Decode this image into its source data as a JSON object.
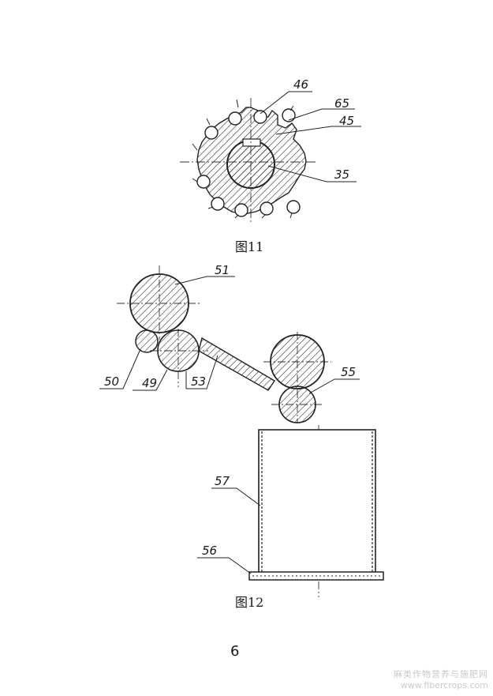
{
  "figure11": {
    "caption": "图11",
    "labels": {
      "l46": "46",
      "l65": "65",
      "l45": "45",
      "l35": "35"
    }
  },
  "figure12": {
    "caption": "图12",
    "labels": {
      "l51": "51",
      "l50": "50",
      "l49": "49",
      "l53": "53",
      "l55": "55",
      "l57": "57",
      "l56": "56"
    }
  },
  "page_number": "6",
  "watermark": {
    "line1": "麻类作物营养与施肥网",
    "line2": "www.fibercrops.com"
  }
}
